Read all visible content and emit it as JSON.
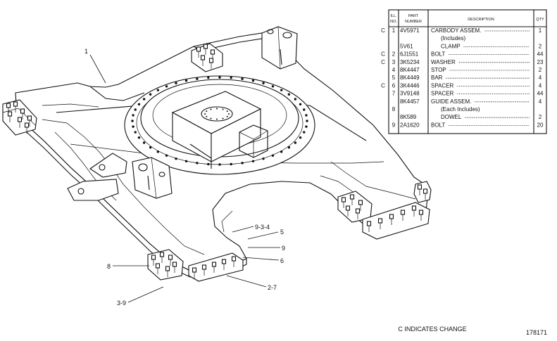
{
  "callouts": [
    "1",
    "9-3-4",
    "5",
    "9",
    "6",
    "8",
    "3-9",
    "2-7"
  ],
  "table": {
    "headers": {
      "no": [
        "ILL.",
        "NO."
      ],
      "part": [
        "PART",
        "NUMBER"
      ],
      "desc": "DESCRIPTION",
      "qty": "QTY"
    },
    "rows": [
      {
        "c": "C",
        "no": "1",
        "part": "4V5971",
        "desc": "CARBODY ASSEM.",
        "qty": "1",
        "dots": true
      },
      {
        "c": "",
        "no": "",
        "part": "",
        "desc": "(Includes)",
        "qty": "",
        "dots": false
      },
      {
        "c": "",
        "no": "",
        "part": "5V61",
        "desc": "CLAMP",
        "qty": "2",
        "dots": true
      },
      {
        "c": "C",
        "no": "2",
        "part": "6J1551",
        "desc": "BOLT",
        "qty": "44",
        "dots": true
      },
      {
        "c": "C",
        "no": "3",
        "part": "3K5234",
        "desc": "WASHER",
        "qty": "23",
        "dots": true
      },
      {
        "c": "",
        "no": "4",
        "part": "8K4447",
        "desc": "STOP",
        "qty": "2",
        "dots": true
      },
      {
        "c": "",
        "no": "5",
        "part": "8K4449",
        "desc": "BAR",
        "qty": "4",
        "dots": true
      },
      {
        "c": "C",
        "no": "6",
        "part": "3K4446",
        "desc": "SPACER",
        "qty": "4",
        "dots": true
      },
      {
        "c": "",
        "no": "7",
        "part": "3V9148",
        "desc": "SPACER",
        "qty": "44",
        "dots": true
      },
      {
        "c": "",
        "no": "",
        "part": "8K4457",
        "desc": "GUIDE ASSEM.",
        "qty": "4",
        "dots": true
      },
      {
        "c": "",
        "no": "8",
        "part": "",
        "desc": "(Each Includes)",
        "qty": "",
        "dots": false
      },
      {
        "c": "",
        "no": "",
        "part": "8K589",
        "desc": "DOWEL",
        "qty": "2",
        "dots": true
      },
      {
        "c": "",
        "no": "9",
        "part": "2A1620",
        "desc": "BOLT",
        "qty": "20",
        "dots": true
      }
    ]
  },
  "note": "C INDICATES CHANGE",
  "figure_number": "178171"
}
